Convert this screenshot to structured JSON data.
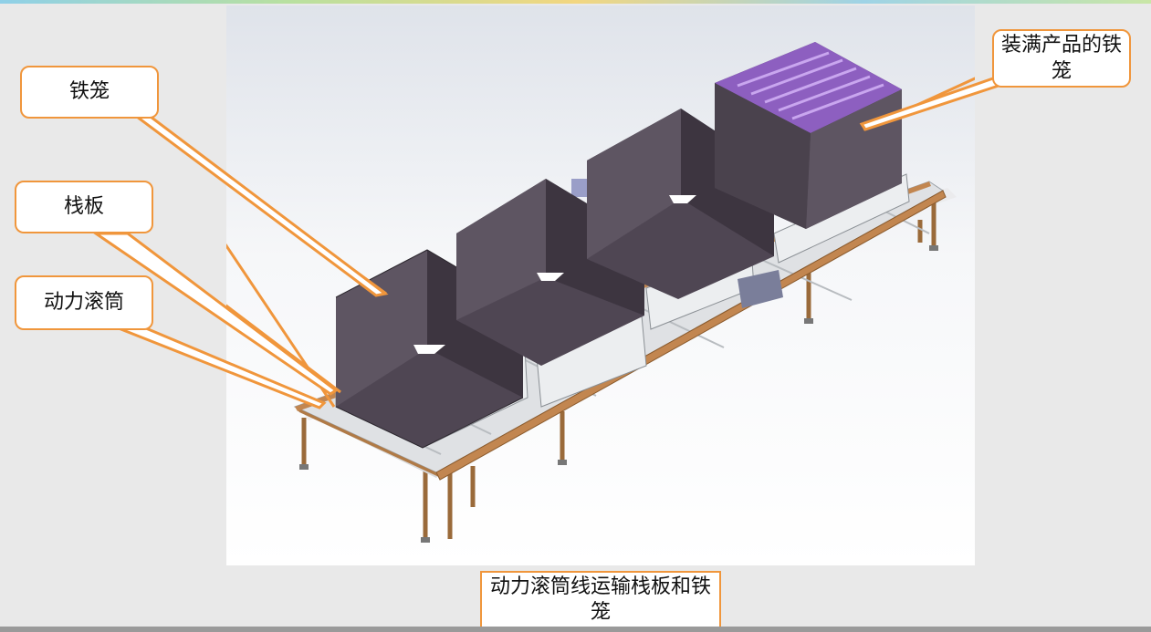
{
  "callouts": {
    "cage": "铁笼",
    "pallet": "栈板",
    "roller": "动力滚筒",
    "full_cage": "装满产品的铁笼"
  },
  "caption": "动力滚筒线运输栈板和铁笼",
  "colors": {
    "accent": "#f0963c",
    "cage": "#5a4e5c",
    "frame": "#b07a46",
    "product": "#9a5fc8"
  }
}
